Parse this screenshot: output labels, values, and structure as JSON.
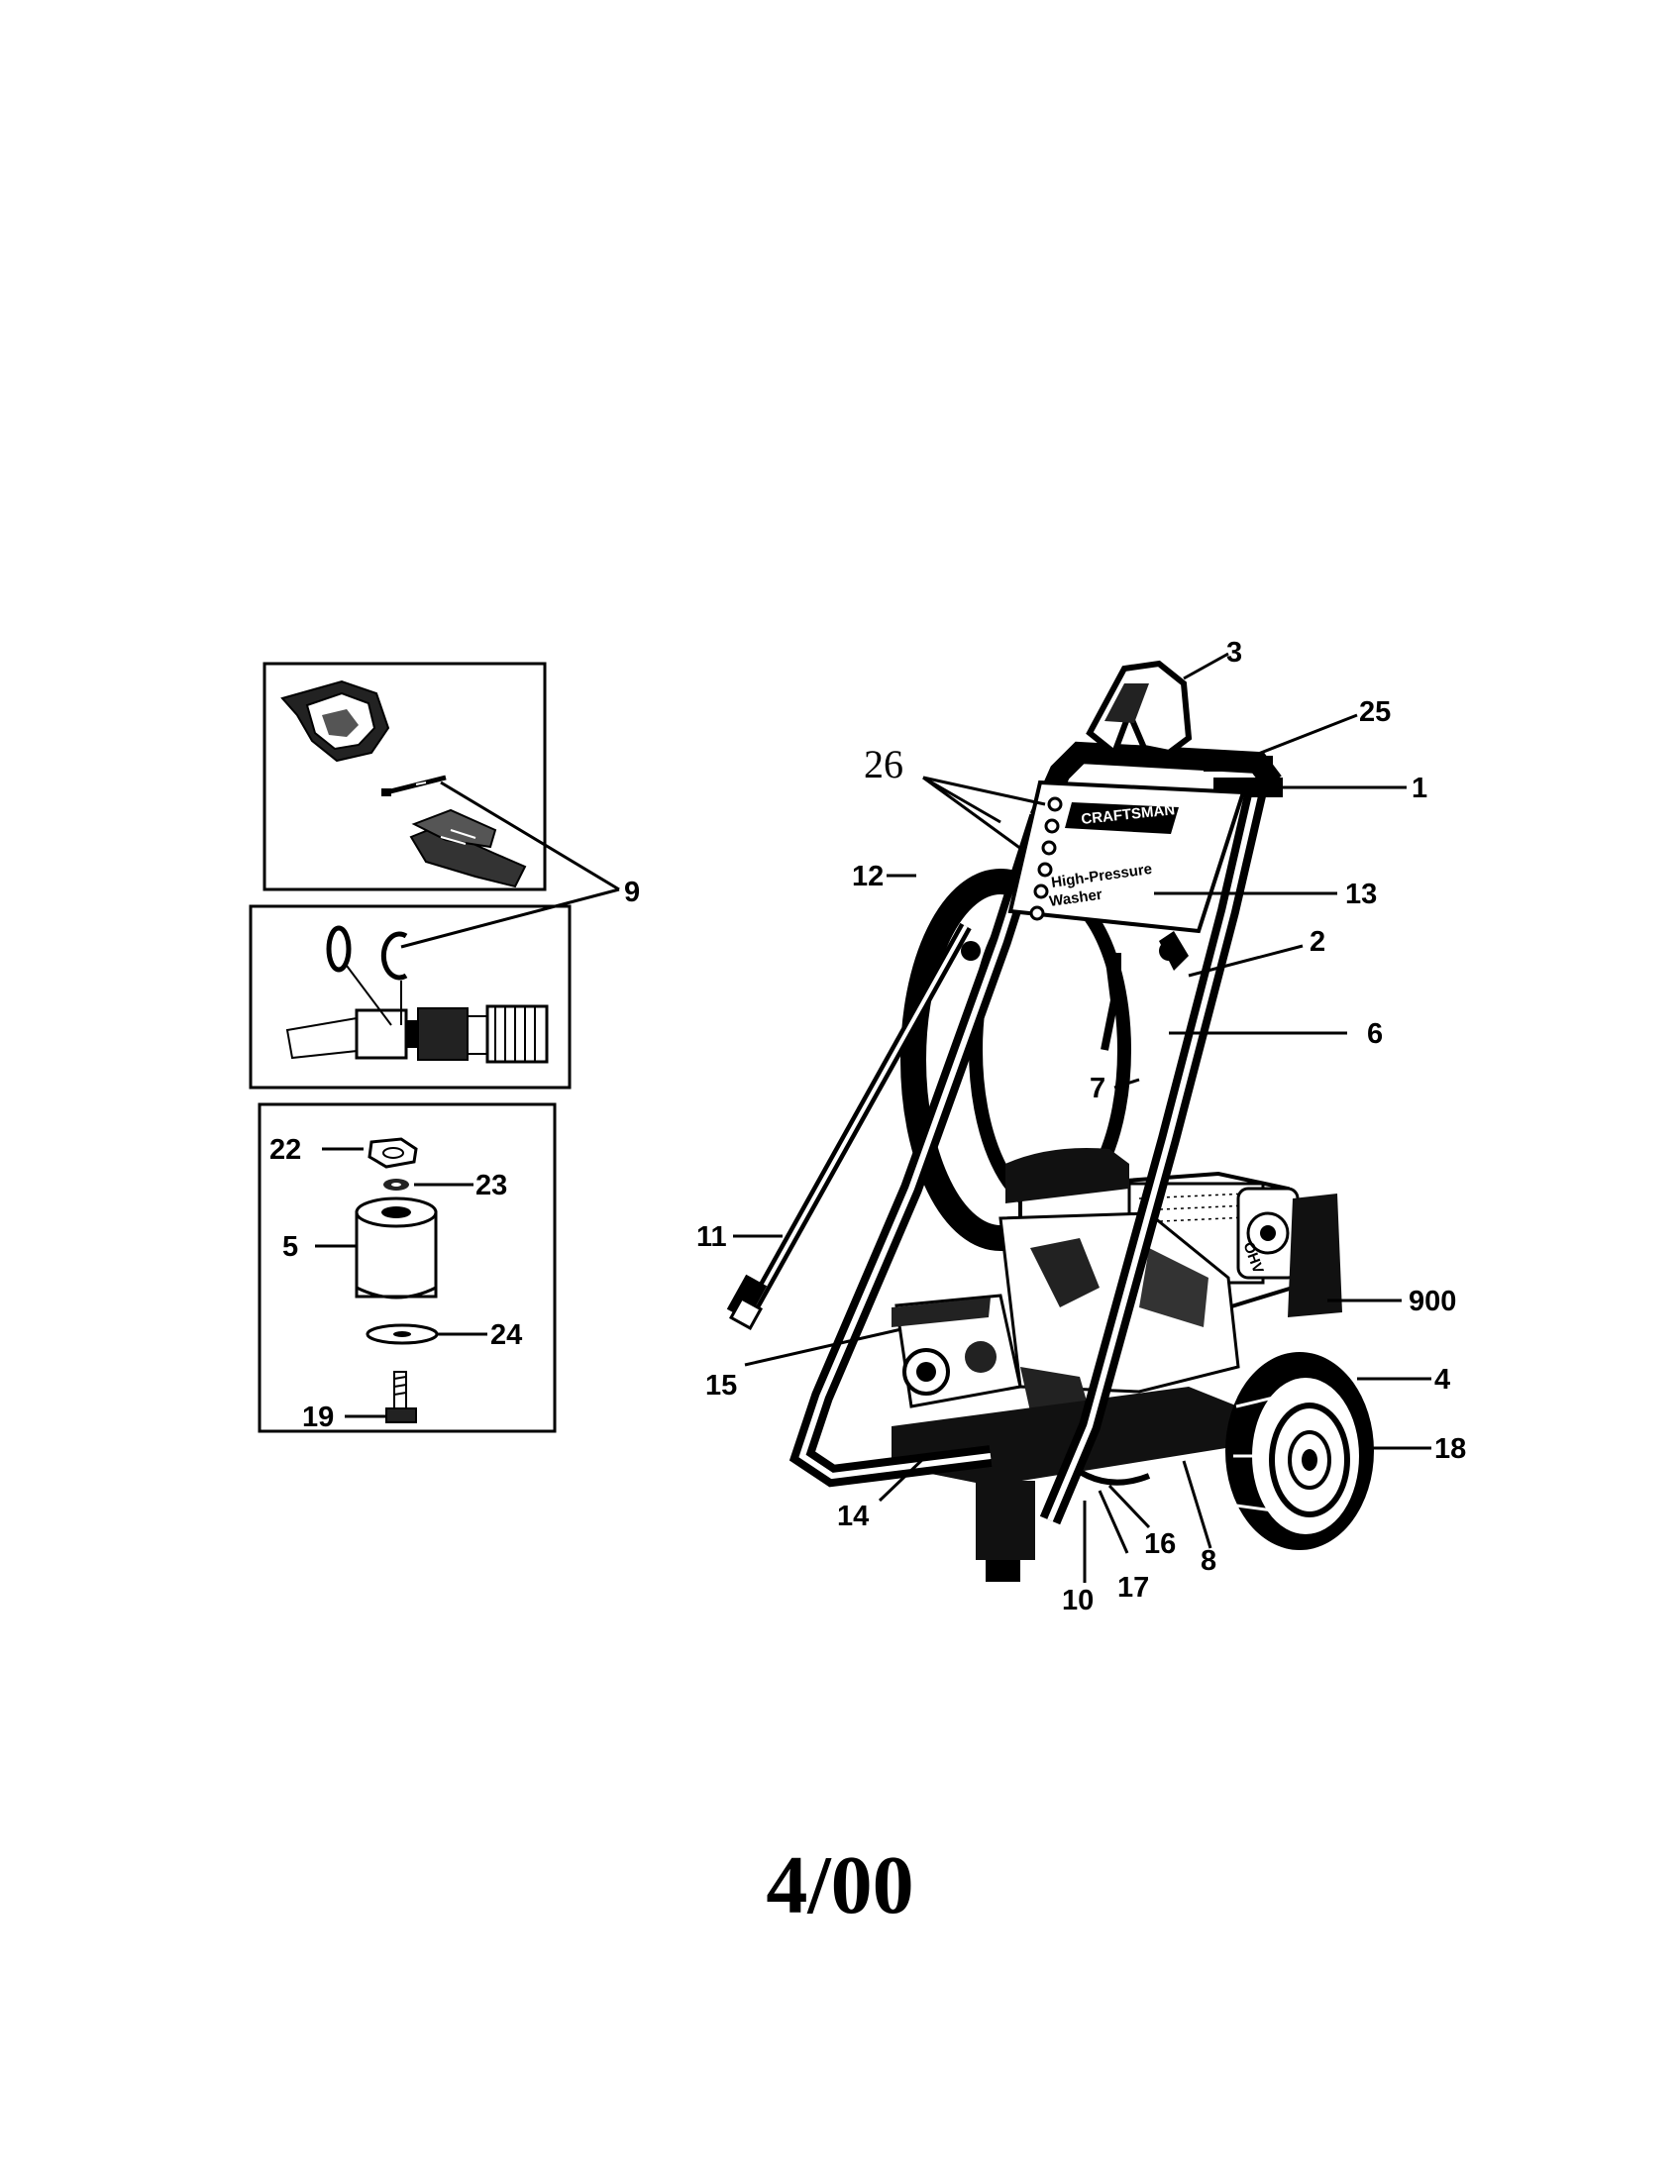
{
  "diagram": {
    "brand_label": "CRAFTSMAN",
    "product_label_line1": "High-Pressure",
    "product_label_line2": "Washer",
    "date_code": "4/00",
    "callouts": {
      "c1": "1",
      "c2": "2",
      "c3": "3",
      "c4": "4",
      "c5": "5",
      "c6": "6",
      "c7": "7",
      "c8": "8",
      "c9": "9",
      "c10": "10",
      "c11": "11",
      "c12": "12",
      "c13": "13",
      "c14": "14",
      "c15": "15",
      "c16": "16",
      "c17": "17",
      "c18": "18",
      "c19": "19",
      "c22": "22",
      "c23": "23",
      "c24": "24",
      "c25": "25",
      "c26": "26",
      "c900": "900"
    }
  }
}
